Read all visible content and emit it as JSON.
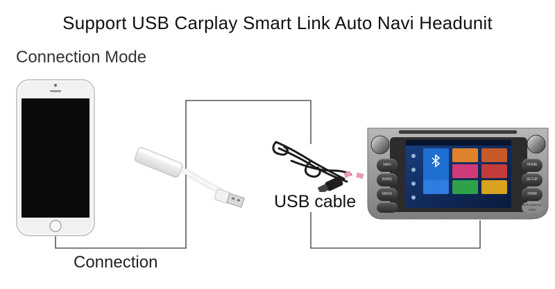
{
  "title": "Support USB Carplay Smart Link Auto Navi Headunit",
  "connection_mode_label": "Connection Mode",
  "connection_label": "Connection",
  "usb_cable_label": "USB cable",
  "headunit_keys": {
    "left": [
      "NAVI",
      "BAND",
      "MENU",
      ""
    ],
    "right": [
      "HOME",
      "SETUP",
      "DIMM",
      "GPS CARD SD CARD"
    ]
  },
  "colors": {
    "line": "#333333",
    "dongle": "#f4f4f4",
    "headunit_frame": "#9a9a9a",
    "screen": "#0d2a5c"
  }
}
